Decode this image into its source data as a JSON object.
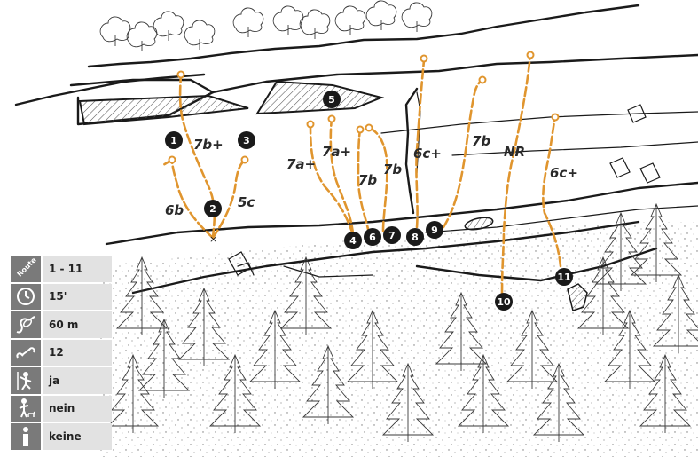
{
  "routes": [
    {
      "number": "1",
      "grade": "6b"
    },
    {
      "number": "2",
      "grade": "7b+"
    },
    {
      "number": "3",
      "grade": "5c"
    },
    {
      "number": "4",
      "grade": "7a+"
    },
    {
      "number": "5",
      "grade": "7a+"
    },
    {
      "number": "6",
      "grade": "7b"
    },
    {
      "number": "7",
      "grade": "7b"
    },
    {
      "number": "8",
      "grade": "6c+"
    },
    {
      "number": "9",
      "grade": "7b"
    },
    {
      "number": "10",
      "grade": "NR"
    },
    {
      "number": "11",
      "grade": "6c+"
    }
  ],
  "info_panel": {
    "route_label": "Route",
    "route_count": "1 - 11",
    "approach_time": "15'",
    "rope_length": "60 m",
    "quickdraws": "12",
    "kids_friendly": "ja",
    "dog_friendly": "nein",
    "info": "keine"
  },
  "colors": {
    "route_line": "#e0952e",
    "marker": "#1a1a1a",
    "panel_icon_bg": "#7a7a7a",
    "panel_value_bg": "#e2e2e2"
  }
}
